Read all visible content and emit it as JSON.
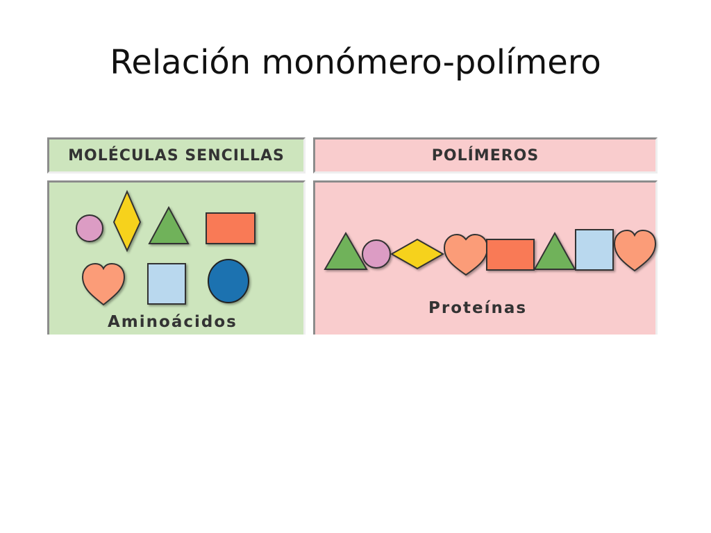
{
  "slide": {
    "title": "Relación monómero-polímero"
  },
  "left_panel": {
    "header": "MOLÉCULAS SENCILLAS",
    "caption": "Aminoácidos"
  },
  "right_panel": {
    "header": "POLÍMEROS",
    "caption": "Proteínas"
  },
  "colors": {
    "green_bg": "#cde5bd",
    "pink_bg": "#f9cccd",
    "circle_pink": "#dc9cc4",
    "diamond_yellow": "#f6d21d",
    "triangle_green": "#6fb25a",
    "rectangle_orange": "#f97a57",
    "heart_orange": "#fb9c78",
    "square_blue": "#b9d8ee",
    "circle_blue": "#1a72b0"
  }
}
